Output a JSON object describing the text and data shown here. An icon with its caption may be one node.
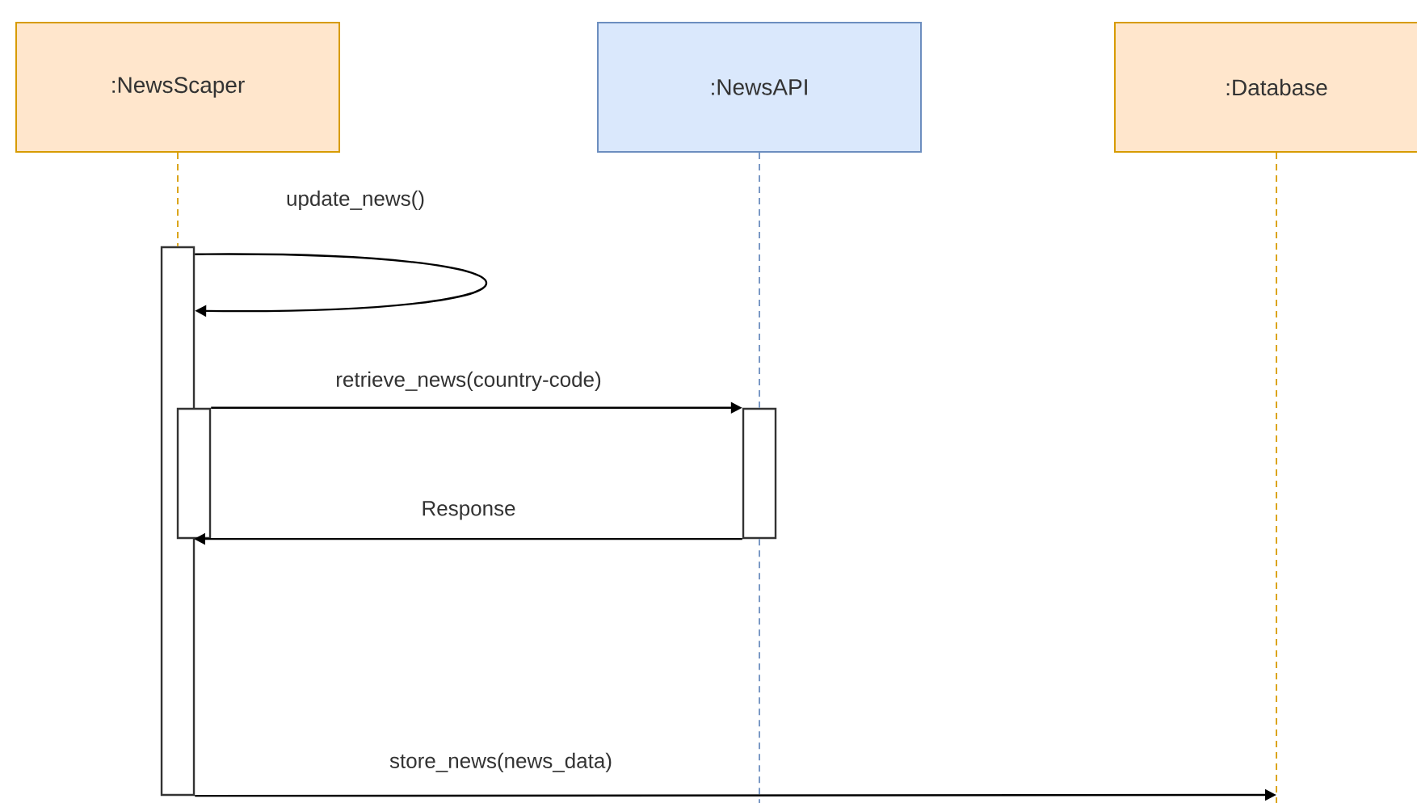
{
  "diagram": {
    "nodes": [
      {
        "text": [
          ":NewsScaper"
        ]
      },
      {
        "text": [
          ":NewsAPI"
        ]
      },
      {
        "text": [
          ":Database"
        ]
      },
      {
        "text": [],
        "shape": "bar"
      },
      {
        "text": [],
        "shape": "bar"
      },
      {
        "text": [],
        "shape": "bar"
      }
    ],
    "edges": [
      {
        "from": 0,
        "to": 3,
        "arrow": "none",
        "style": "dashed",
        "color": "#d79b00"
      },
      {
        "from": 1,
        "to": 5,
        "arrow": "none",
        "style": "dashed",
        "color": "#6c8ebf"
      },
      {
        "from": 5,
        "to": null,
        "arrow": "none",
        "style": "dashed",
        "color": "#6c8ebf"
      },
      {
        "from": 2,
        "to": null,
        "arrow": "none",
        "style": "dashed",
        "color": "#d79b00"
      },
      {
        "from": 3,
        "to": 3,
        "arrow": "to",
        "label": "update_news()"
      },
      {
        "from": 4,
        "to": 5,
        "arrow": "to",
        "label": "retrieve_news(country-code)"
      },
      {
        "from": 5,
        "to": 4,
        "arrow": "to",
        "label": "Response"
      },
      {
        "from": 3,
        "to": null,
        "arrow": "to",
        "label": "store_news(news_data)"
      }
    ]
  }
}
